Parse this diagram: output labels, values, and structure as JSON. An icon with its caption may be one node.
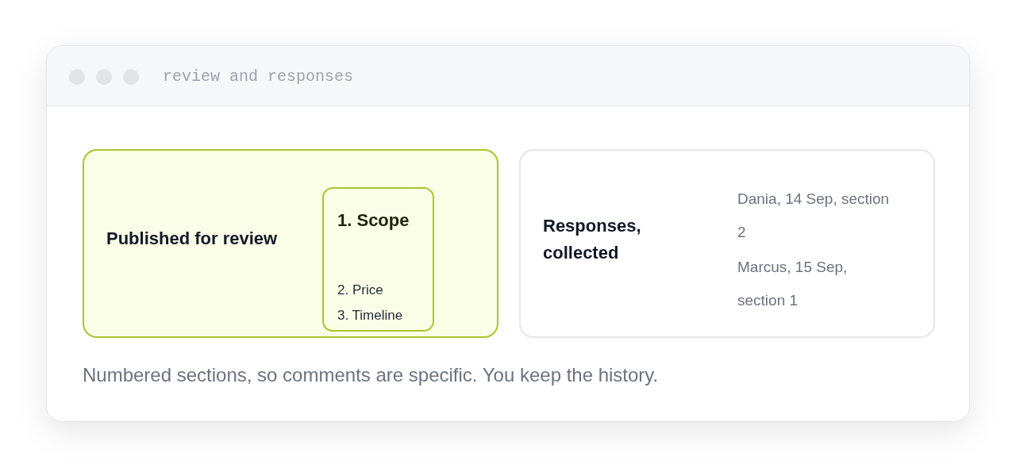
{
  "diagram": {
    "title": "review and responses",
    "caption": "Numbered sections, so comments are specific. You keep the history.",
    "nodes": [
      {
        "text": [
          "Published for review"
        ]
      },
      {
        "text": [
          "1. Scope",
          "2. Price",
          "3. Timeline"
        ],
        "in": 0
      },
      {
        "text": [
          "Responses, collected",
          "Dania, 14 Sep, section 2",
          "Marcus, 15 Sep, section 1"
        ]
      }
    ]
  }
}
